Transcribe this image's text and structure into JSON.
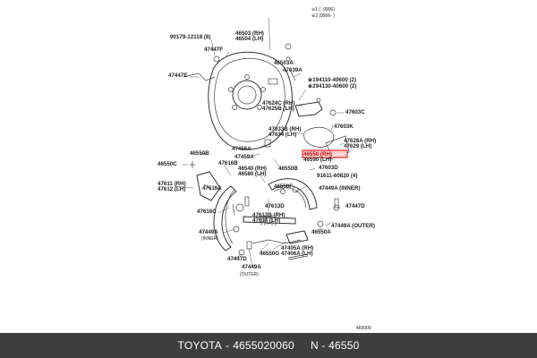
{
  "header_note": {
    "line1": "※1 (     -9906)",
    "line2": "※2 (9906-     )"
  },
  "diagram_id": "469009",
  "highlight_color": "#e00000",
  "callouts": [
    {
      "id": "c01",
      "text": "90179-12118 (8)"
    },
    {
      "id": "c02",
      "text": "46503 (RH)"
    },
    {
      "id": "c03",
      "text": "46504 (LH)"
    },
    {
      "id": "c04",
      "text": "47447F"
    },
    {
      "id": "c05",
      "text": "46503A"
    },
    {
      "id": "c06",
      "text": "47447E"
    },
    {
      "id": "c07",
      "text": "47639A"
    },
    {
      "id": "c08",
      "text": "※194110-40600 (2)"
    },
    {
      "id": "c09",
      "text": "※294130-40600 (2)"
    },
    {
      "id": "c10",
      "text": "47624C (RH)"
    },
    {
      "id": "c11",
      "text": "47625B (LH)"
    },
    {
      "id": "c12",
      "text": "47603C"
    },
    {
      "id": "c13",
      "text": "47633B (RH)"
    },
    {
      "id": "c14",
      "text": "47634 (LH)"
    },
    {
      "id": "c15",
      "text": "47603K"
    },
    {
      "id": "c16",
      "text": "47628A (RH)"
    },
    {
      "id": "c17",
      "text": "47629 (LH)"
    },
    {
      "id": "c18",
      "text": "47456A"
    },
    {
      "id": "c19",
      "text": "46550 (RH)",
      "highlight": true
    },
    {
      "id": "c20",
      "text": "46590 (LH)"
    },
    {
      "id": "c21",
      "text": "46550B"
    },
    {
      "id": "c22",
      "text": "47459A"
    },
    {
      "id": "c23",
      "text": "47603D"
    },
    {
      "id": "c24",
      "text": "46550C"
    },
    {
      "id": "c25",
      "text": "47616B"
    },
    {
      "id": "c26",
      "text": "46540 (RH)"
    },
    {
      "id": "c27",
      "text": "46580 (LH)"
    },
    {
      "id": "c28",
      "text": "46550B"
    },
    {
      "id": "c29",
      "text": "91611-60820 (4)"
    },
    {
      "id": "c30",
      "text": "47611 (RH)"
    },
    {
      "id": "c31",
      "text": "47612 (LH)"
    },
    {
      "id": "c32",
      "text": "47616A"
    },
    {
      "id": "c33",
      "text": "46550F"
    },
    {
      "id": "c34",
      "text": "47449A (INNER)"
    },
    {
      "id": "c35",
      "text": "47613D"
    },
    {
      "id": "c36",
      "text": "47447D"
    },
    {
      "id": "c37",
      "text": "47616C"
    },
    {
      "id": "c38",
      "text": "47613B (RH)"
    },
    {
      "id": "c39",
      "text": "47614 (LH)"
    },
    {
      "id": "c40",
      "text": "47449A (OUTER)"
    },
    {
      "id": "c41",
      "text": "46550A"
    },
    {
      "id": "c42",
      "text": "47449A"
    },
    {
      "id": "c43",
      "text": "(INNER)"
    },
    {
      "id": "c44",
      "text": "47405A (RH)"
    },
    {
      "id": "c45",
      "text": "47406A (LH)"
    },
    {
      "id": "c46",
      "text": "47447D"
    },
    {
      "id": "c47",
      "text": "46550G"
    },
    {
      "id": "c48",
      "text": "47449A"
    },
    {
      "id": "c49",
      "text": "(OUTER)"
    }
  ],
  "footer": {
    "brand": "TOYOTA",
    "sep1": "-",
    "part_number": "4655020060",
    "code": "N - 46550"
  }
}
